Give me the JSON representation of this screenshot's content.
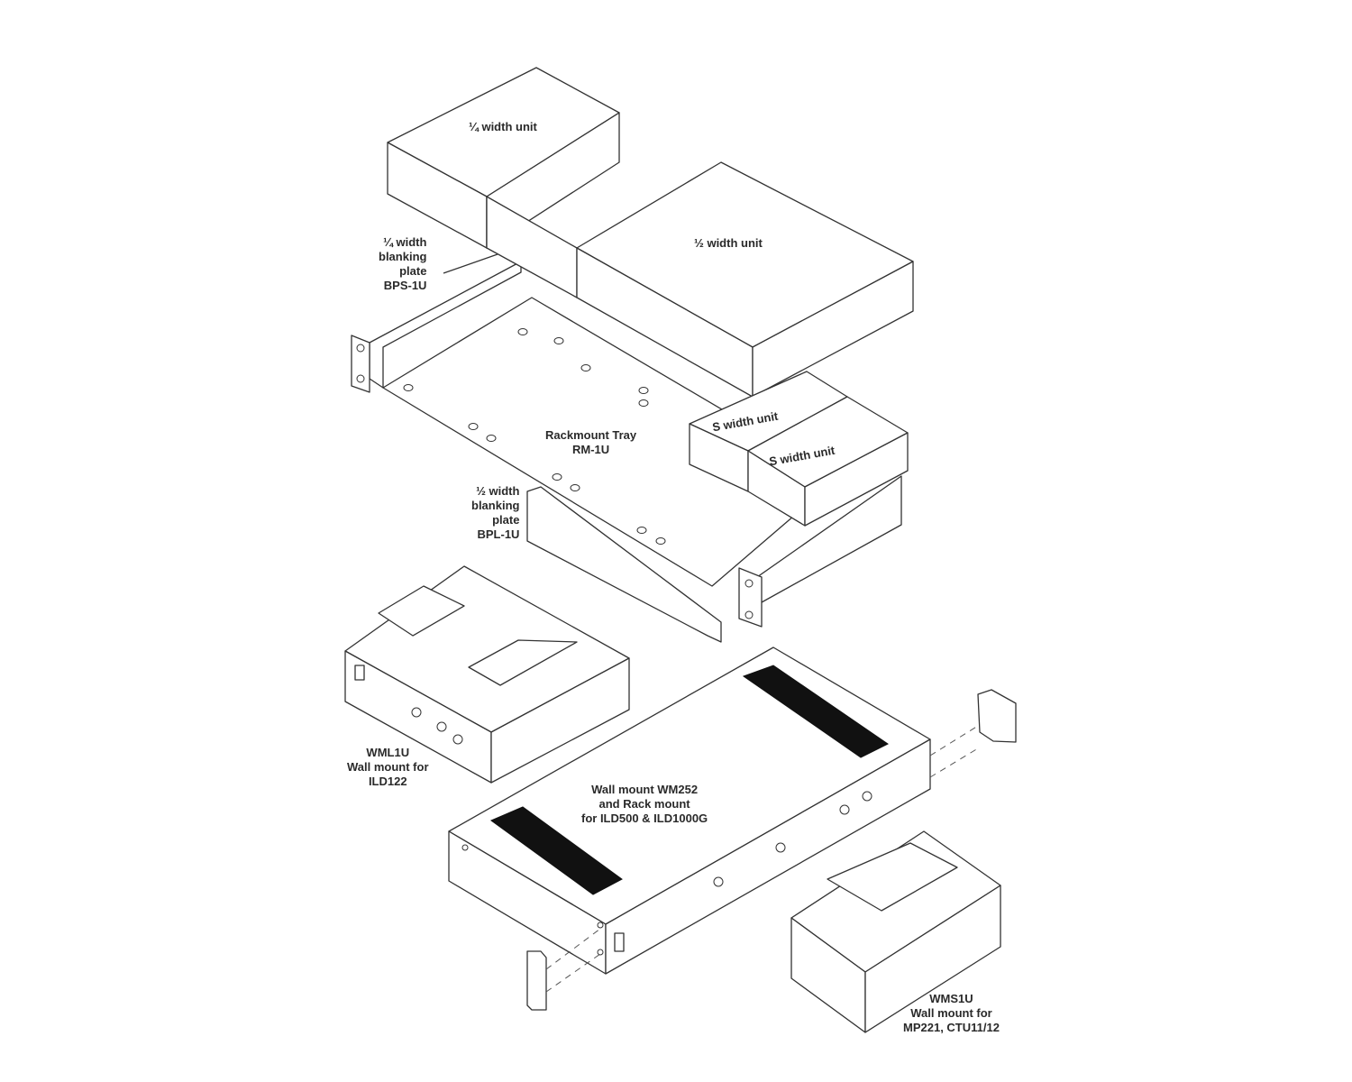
{
  "labels": {
    "quarter_unit": "¼ width unit",
    "half_unit": "½ width unit",
    "bps": "¼ width\nblanking\nplate\nBPS-1U",
    "tray": "Rackmount Tray\nRM-1U",
    "s_unit_1": "S width unit",
    "s_unit_2": "S width unit",
    "bpl": "½ width\nblanking\nplate\nBPL-1U",
    "wml": "WML1U\nWall mount for\nILD122",
    "wm252": "Wall mount WM252\nand Rack mount\nfor ILD500 & ILD1000G",
    "wms": "WMS1U\nWall mount for\nMP221, CTU11/12"
  }
}
